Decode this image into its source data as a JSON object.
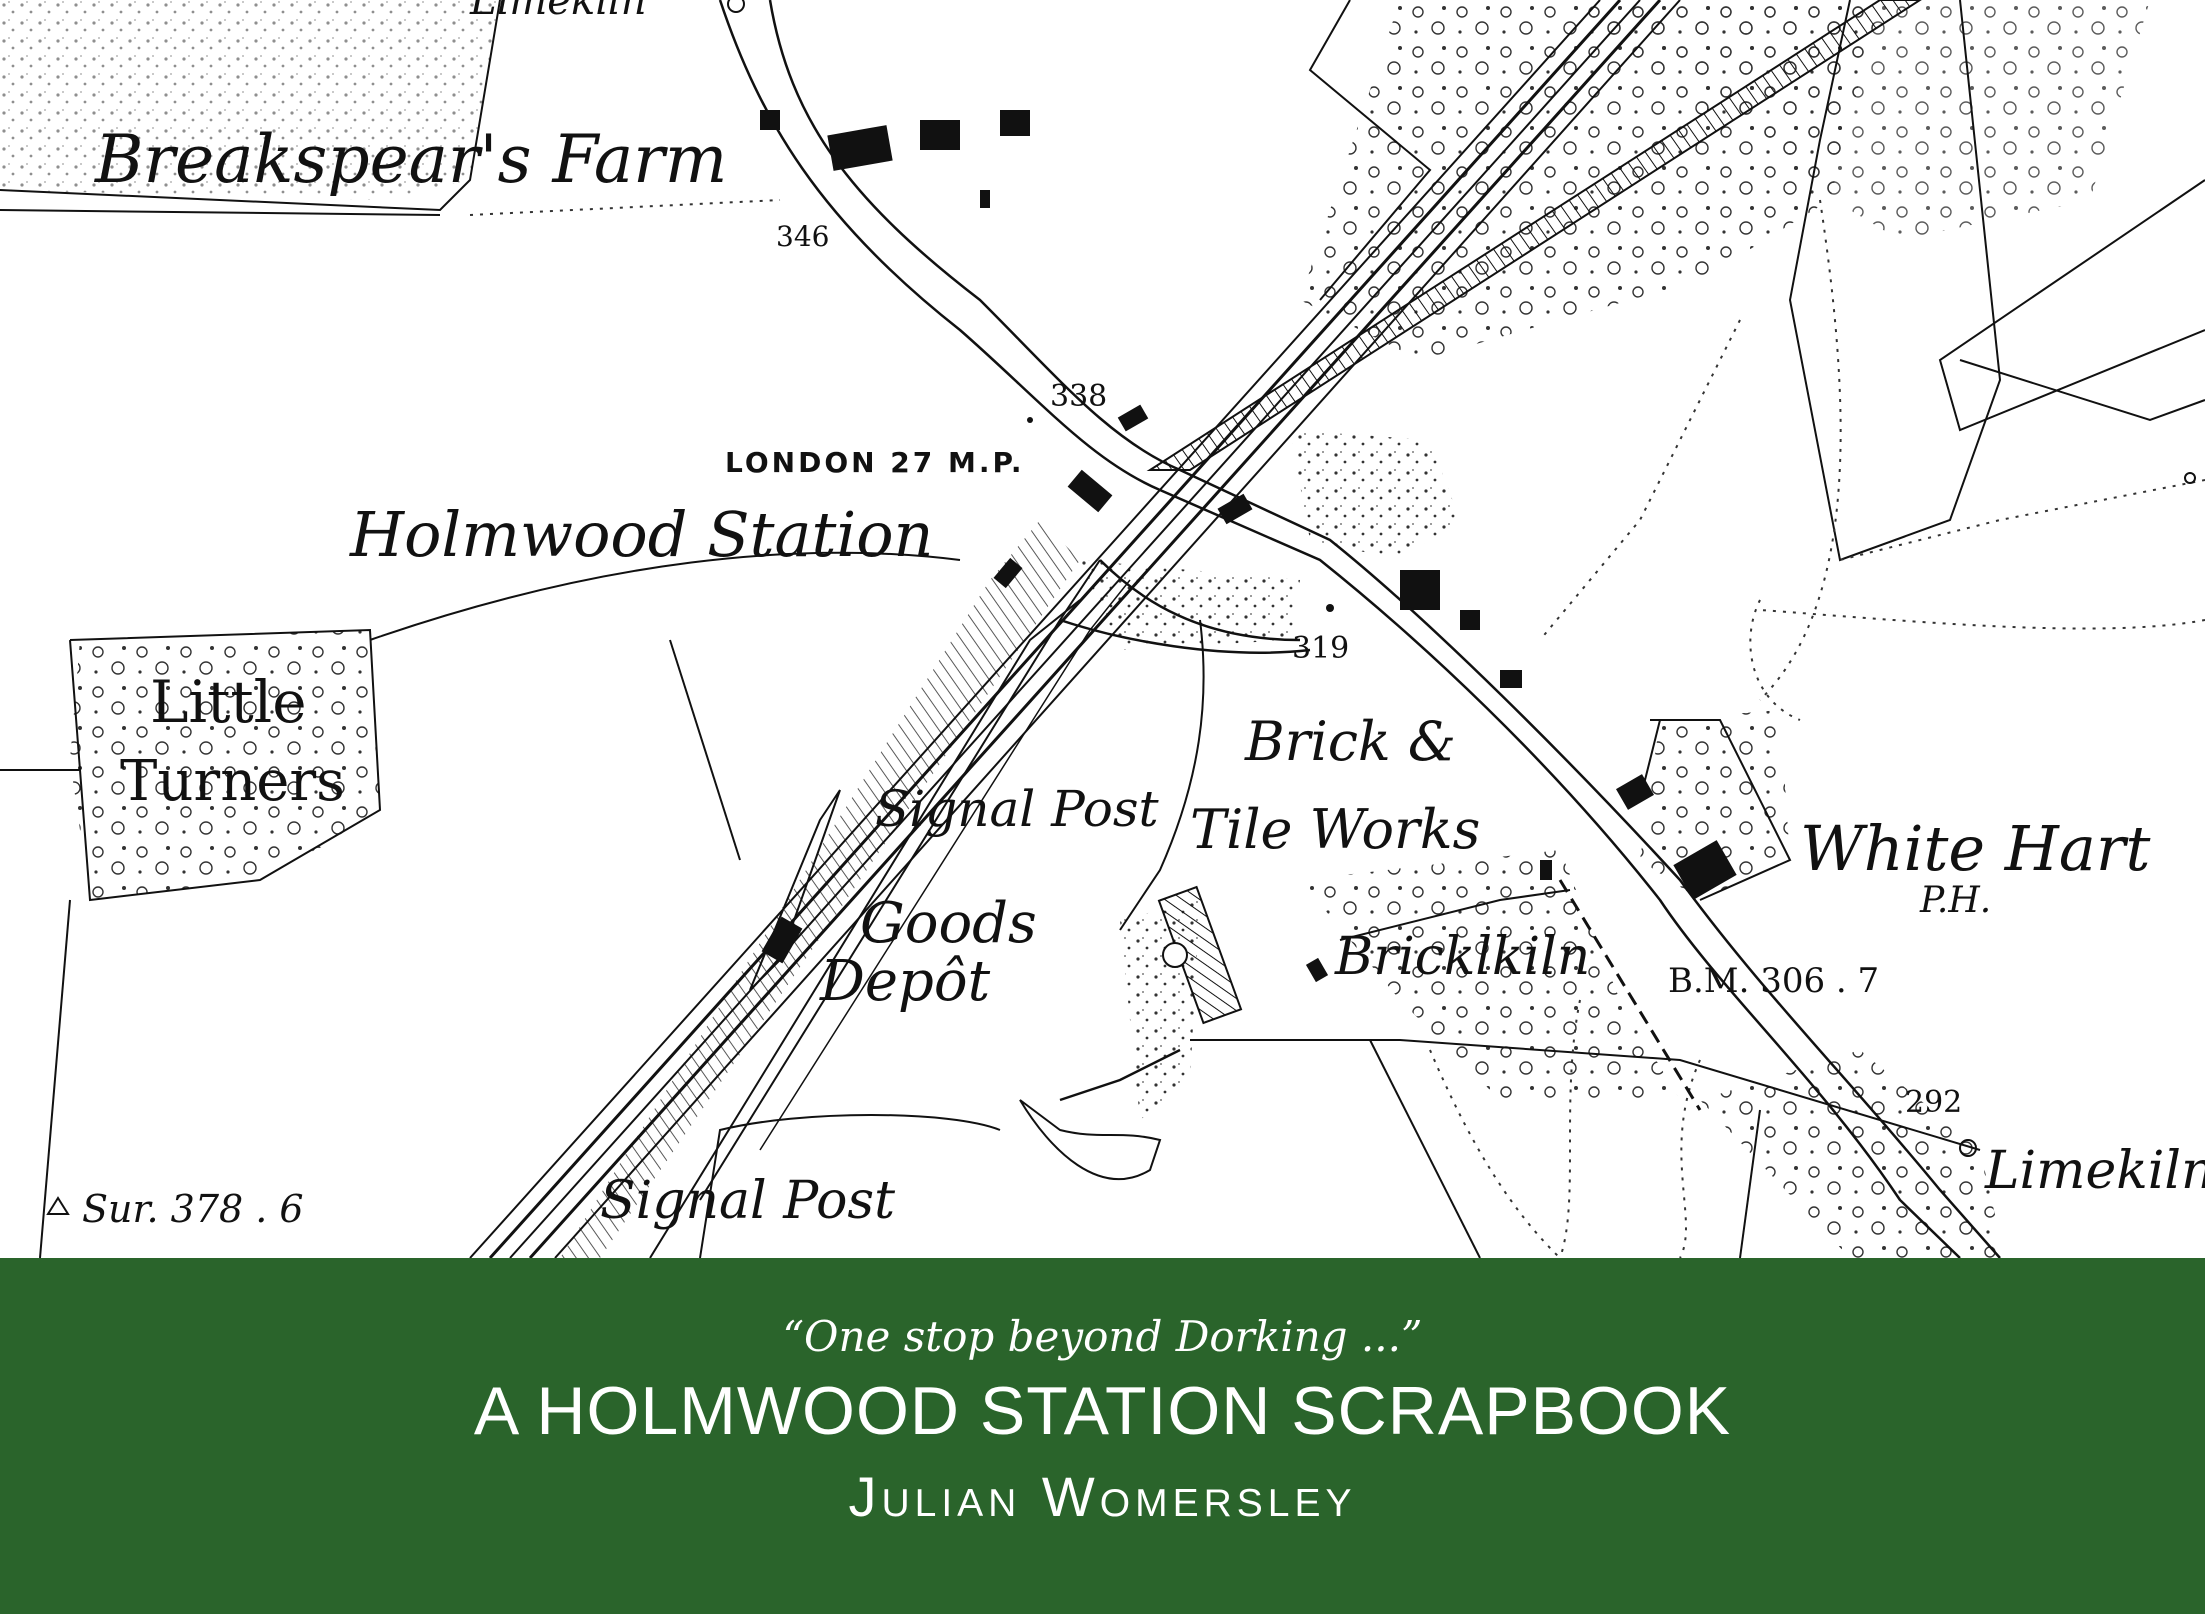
{
  "map": {
    "labels": {
      "limekiln_top": "Limekiln",
      "breakspears_farm": "Breakspear's Farm",
      "spot_346": "346",
      "spot_338": "338",
      "london_mp": "LONDON 27 M.P.",
      "holmwood_station": "Holmwood Station",
      "little": "Little",
      "turners": "Turners",
      "spot_319": "319",
      "brick_and": "Brick &",
      "tile_works": "Tile Works",
      "signal_post_1": "Signal Post",
      "goods": "Goods",
      "depot": "Depôt",
      "white_hart": "White Hart",
      "ph": "P.H.",
      "bricklkiln": "Bricklkiln",
      "bm": "B.M. 306 . 7",
      "spot_292": "292",
      "limekiln_right": "Limekiln",
      "sur": "Sur. 378 . 6",
      "signal_post_2": "Signal Post"
    }
  },
  "banner": {
    "tagline": "“One stop beyond Dorking ...”",
    "title": "A HOLMWOOD STATION SCRAPBOOK",
    "author": "Julian Womersley",
    "background": "#2a642b"
  }
}
